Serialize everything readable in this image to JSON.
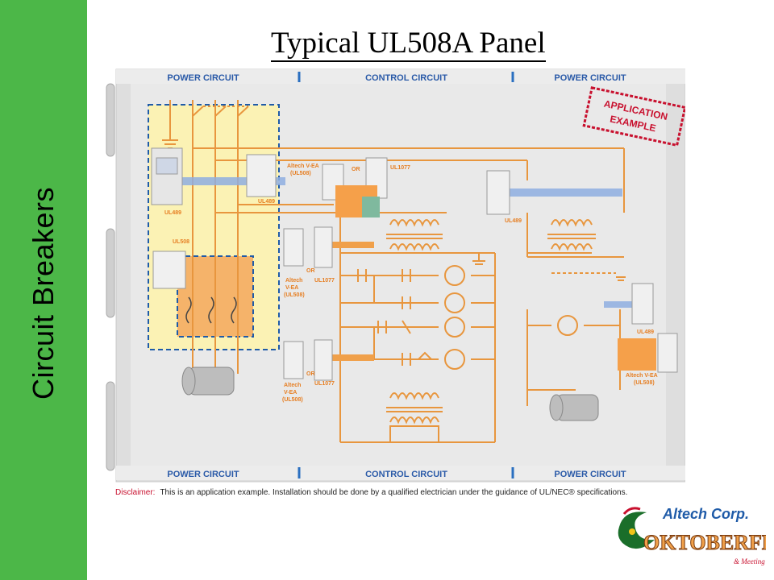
{
  "sidebar": {
    "label": "Circuit Breakers"
  },
  "page": {
    "title": "Typical UL508A Panel"
  },
  "diagram": {
    "section_headers_top": [
      "POWER CIRCUIT",
      "CONTROL CIRCUIT",
      "POWER CIRCUIT"
    ],
    "section_headers_bottom": [
      "POWER CIRCUIT",
      "CONTROL CIRCUIT",
      "POWER CIRCUIT"
    ],
    "stamp": [
      "APPLICATION",
      "EXAMPLE"
    ],
    "labels": {
      "ul489_a": "UL489",
      "ul489_b": "UL489",
      "ul489_c": "UL489",
      "ul489_d": "UL489",
      "ul508": "UL508",
      "altech_vea_ul508_top_1": "Altech V-EA",
      "altech_vea_ul508_top_2": "(UL508)",
      "or_top": "OR",
      "ul1077_top": "UL1077",
      "altech_mid_1": "Altech",
      "altech_mid_2": "V-EA",
      "altech_mid_3": "(UL508)",
      "or_mid": "OR",
      "ul1077_mid": "UL1077",
      "altech_low_1": "Altech",
      "altech_low_2": "V-EA",
      "altech_low_3": "(UL508)",
      "or_low": "OR",
      "ul1077_low": "UL1077",
      "altech_right_1": "Altech V-EA",
      "altech_right_2": "(UL508)"
    }
  },
  "disclaimer": {
    "label": "Disclaimer:",
    "text": "This is an application example. Installation should be done by a qualified electrician under the guidance of UL/NEC® specifications."
  },
  "logo": {
    "brand": "Altech Corp.",
    "event": "OKTOBERFEST",
    "tagline": "& Meeting"
  },
  "colors": {
    "sidebar": "#4cb748",
    "wire": "#f0a04a",
    "panel_bg": "#e2e2e2",
    "highlight_yellow": "#fbf2b4",
    "blue_bus": "#8eaee0",
    "dashed_box": "#1f5ba8",
    "stamp_red": "#c8102e",
    "disclaimer_label": "#c8102e"
  }
}
